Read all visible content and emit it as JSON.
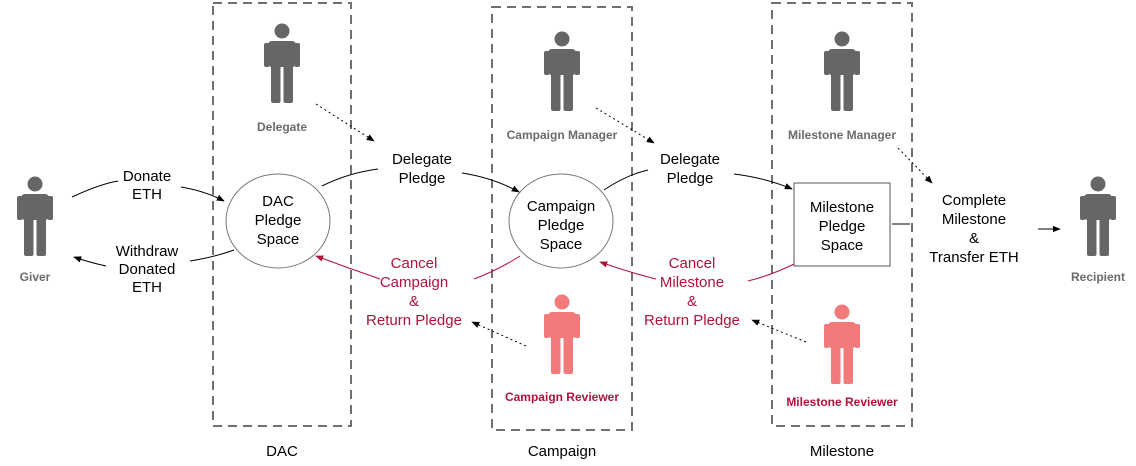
{
  "colors": {
    "person_gray": "#666666",
    "person_red": "#f27a7a",
    "reviewer_text": "#b0123a",
    "dashed_border": "#707070"
  },
  "groups": {
    "dac": "DAC",
    "campaign": "Campaign",
    "milestone": "Milestone"
  },
  "roles": {
    "giver": "Giver",
    "delegate": "Delegate",
    "campaign_manager": "Campaign Manager",
    "milestone_manager": "Milestone Manager",
    "campaign_reviewer": "Campaign Reviewer",
    "milestone_reviewer": "Milestone Reviewer",
    "recipient": "Recipient"
  },
  "nodes": {
    "dac_space": [
      "DAC",
      "Pledge",
      "Space"
    ],
    "campaign_space": [
      "Campaign",
      "Pledge",
      "Space"
    ],
    "milestone_space": [
      "Milestone",
      "Pledge",
      "Space"
    ]
  },
  "actions": {
    "donate": [
      "Donate",
      "ETH"
    ],
    "withdraw": [
      "Withdraw",
      "Donated",
      "ETH"
    ],
    "delegate_pledge_1": [
      "Delegate",
      "Pledge"
    ],
    "delegate_pledge_2": [
      "Delegate",
      "Pledge"
    ],
    "cancel_campaign": [
      "Cancel",
      "Campaign",
      "&",
      "Return Pledge"
    ],
    "cancel_milestone": [
      "Cancel",
      "Milestone",
      "&",
      "Return Pledge"
    ],
    "complete_milestone": [
      "Complete",
      "Milestone",
      "&",
      "Transfer ETH"
    ]
  }
}
